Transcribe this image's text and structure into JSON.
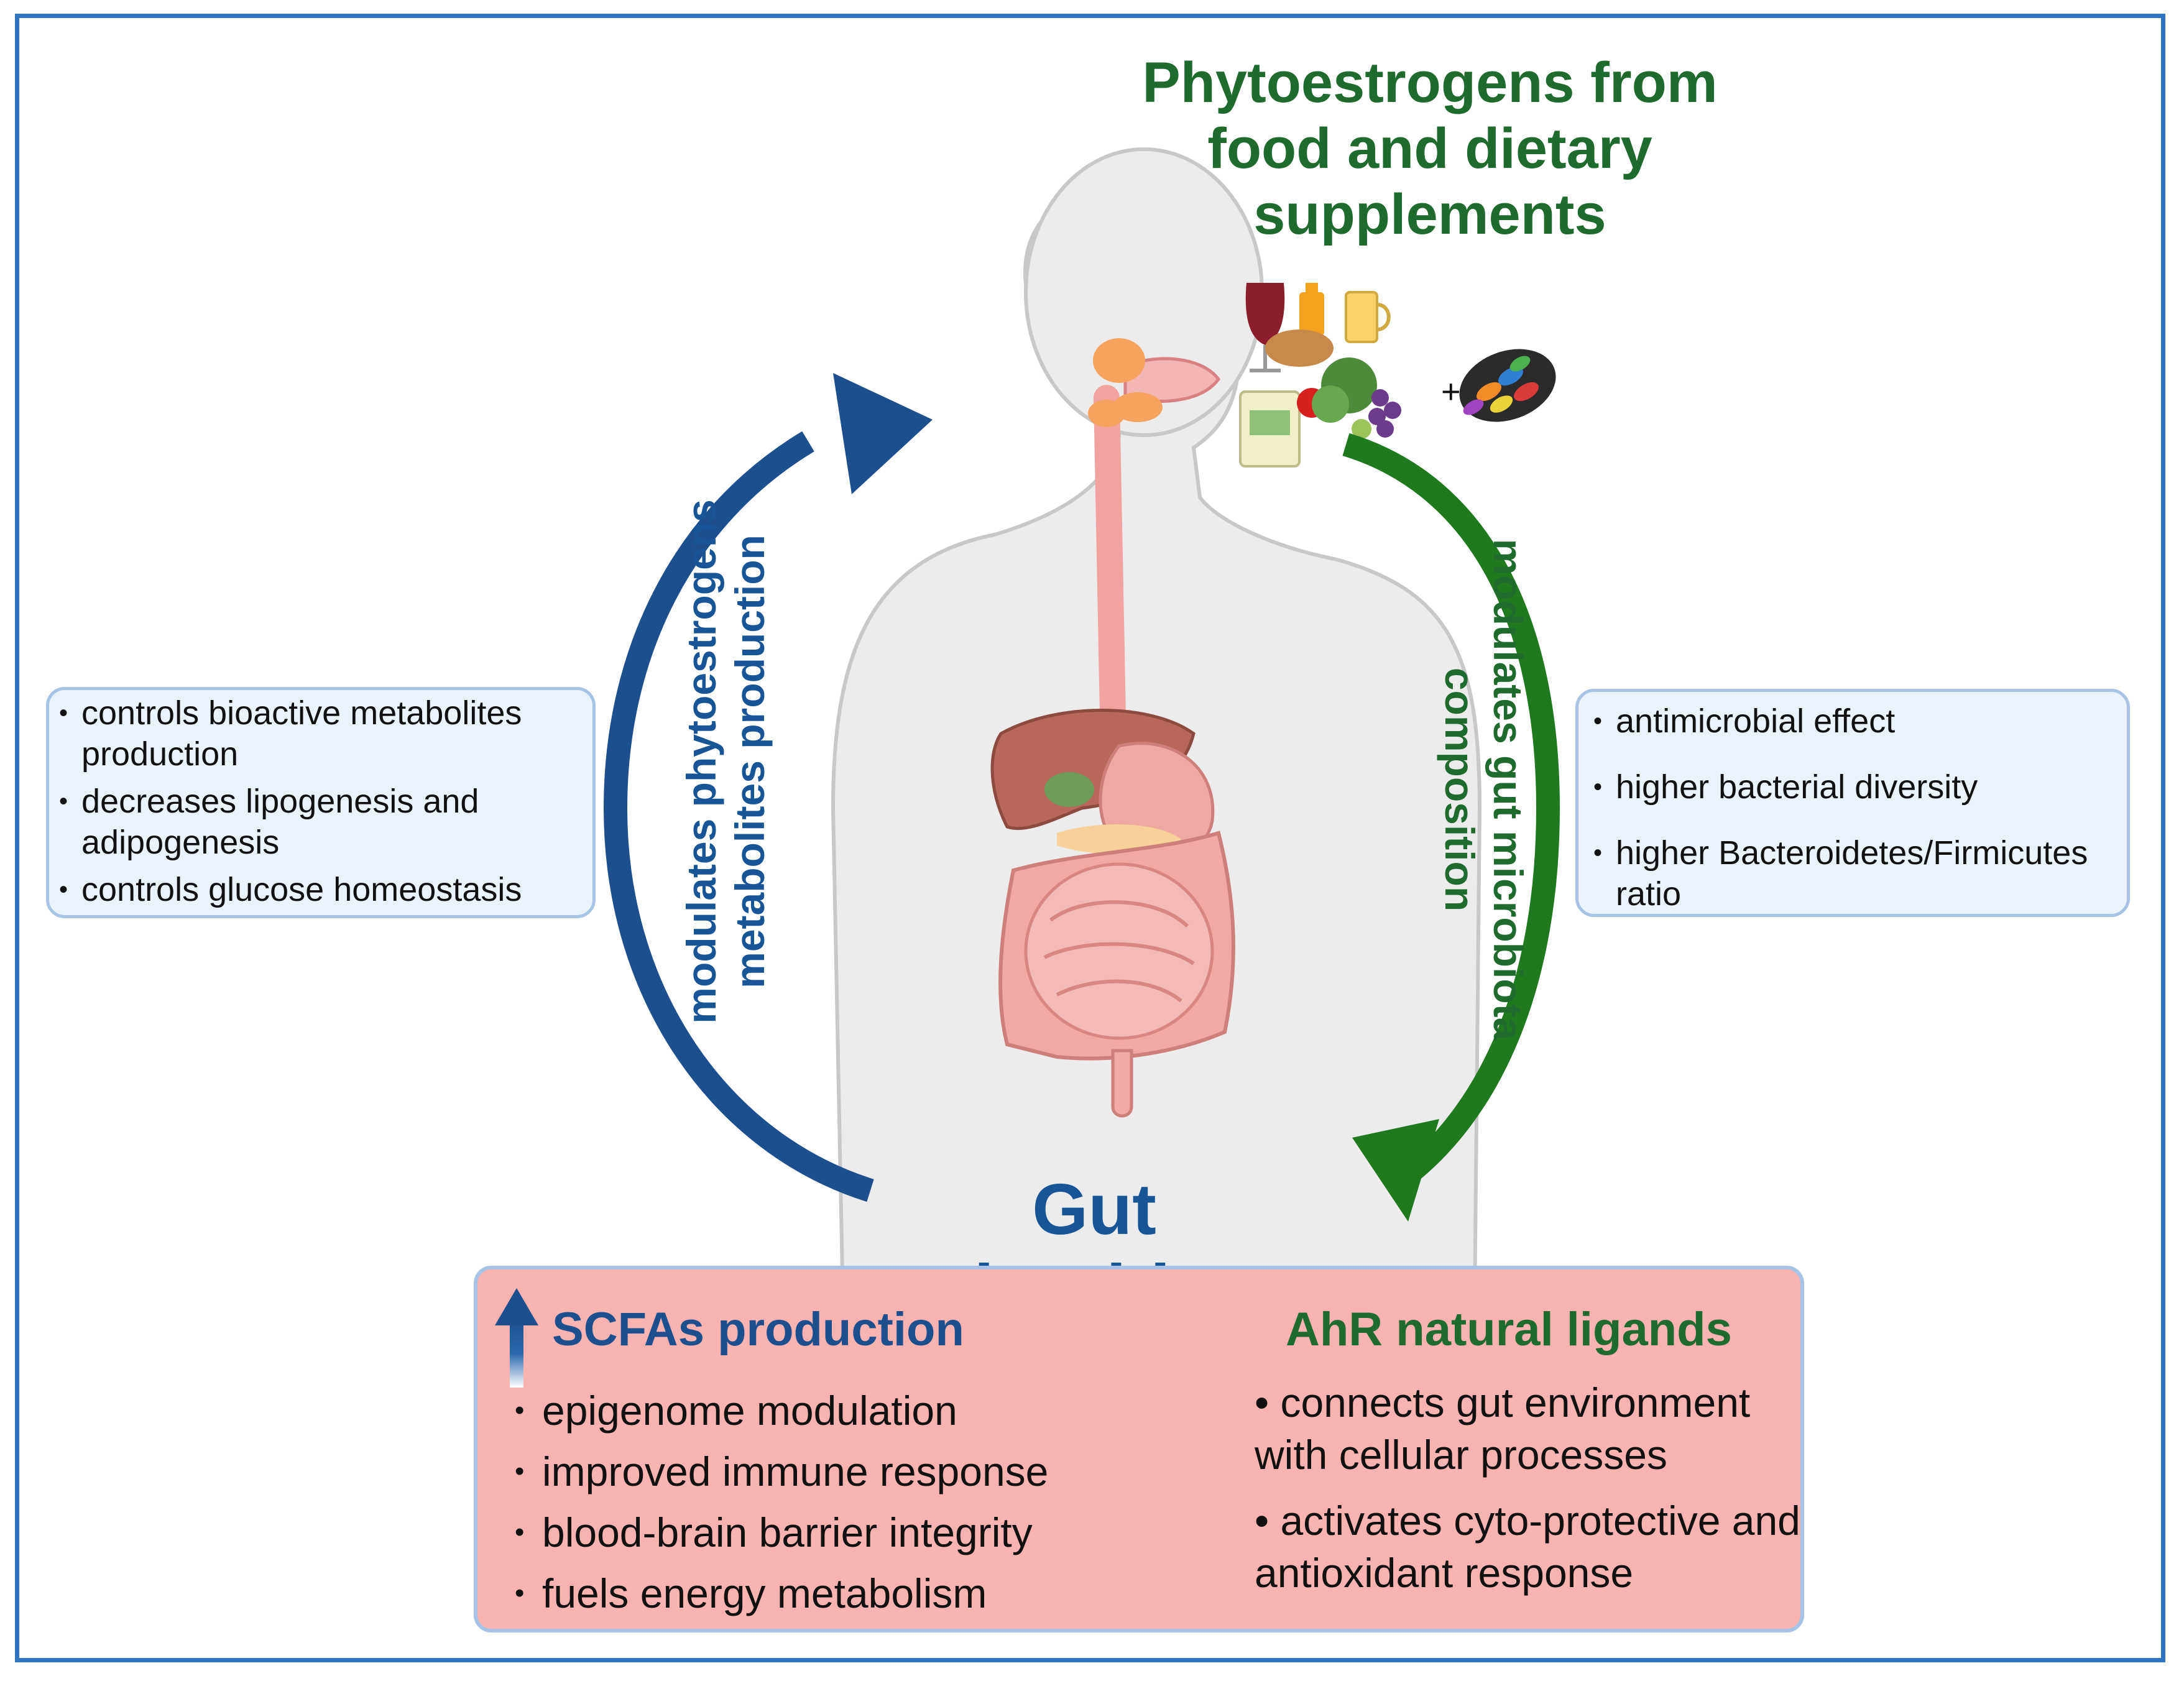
{
  "title": {
    "line1": "Phytoestrogens from",
    "line2": "food and dietary",
    "line3": "supplements"
  },
  "plus_sign": "+",
  "left_box": {
    "items": [
      "controls bioactive metabolites production",
      "decreases lipogenesis and adipogenesis",
      "controls glucose homeostasis"
    ]
  },
  "right_box": {
    "items": [
      "antimicrobial effect",
      "higher bacterial diversity",
      "higher Bacteroidetes/Firmicutes ratio"
    ]
  },
  "left_arrow_label": {
    "line1": "modulates phytoestrogens",
    "line2": "metabolites production"
  },
  "right_arrow_label": {
    "line1": "modulates gut microbiota",
    "line2": "composition"
  },
  "center_label": "Gut microbiota",
  "bottom_box": {
    "scfa_heading": "SCFAs production",
    "scfa_items": [
      "epigenome modulation",
      "improved immune response",
      "blood-brain barrier integrity",
      "fuels energy metabolism"
    ],
    "ahr_heading": "AhR natural ligands",
    "ahr_items": [
      "connects gut environment with cellular processes",
      "activates cyto-protective and antioxidant response"
    ]
  },
  "colors": {
    "frame": "#2e74c0",
    "blue_arrow": "#1d4f8f",
    "green_arrow": "#1f7a1f",
    "title_green": "#1f6a2d",
    "label_blue": "#175596",
    "side_box_bg": "#eaf2fb",
    "bottom_box_bg": "#f9b3b1"
  }
}
